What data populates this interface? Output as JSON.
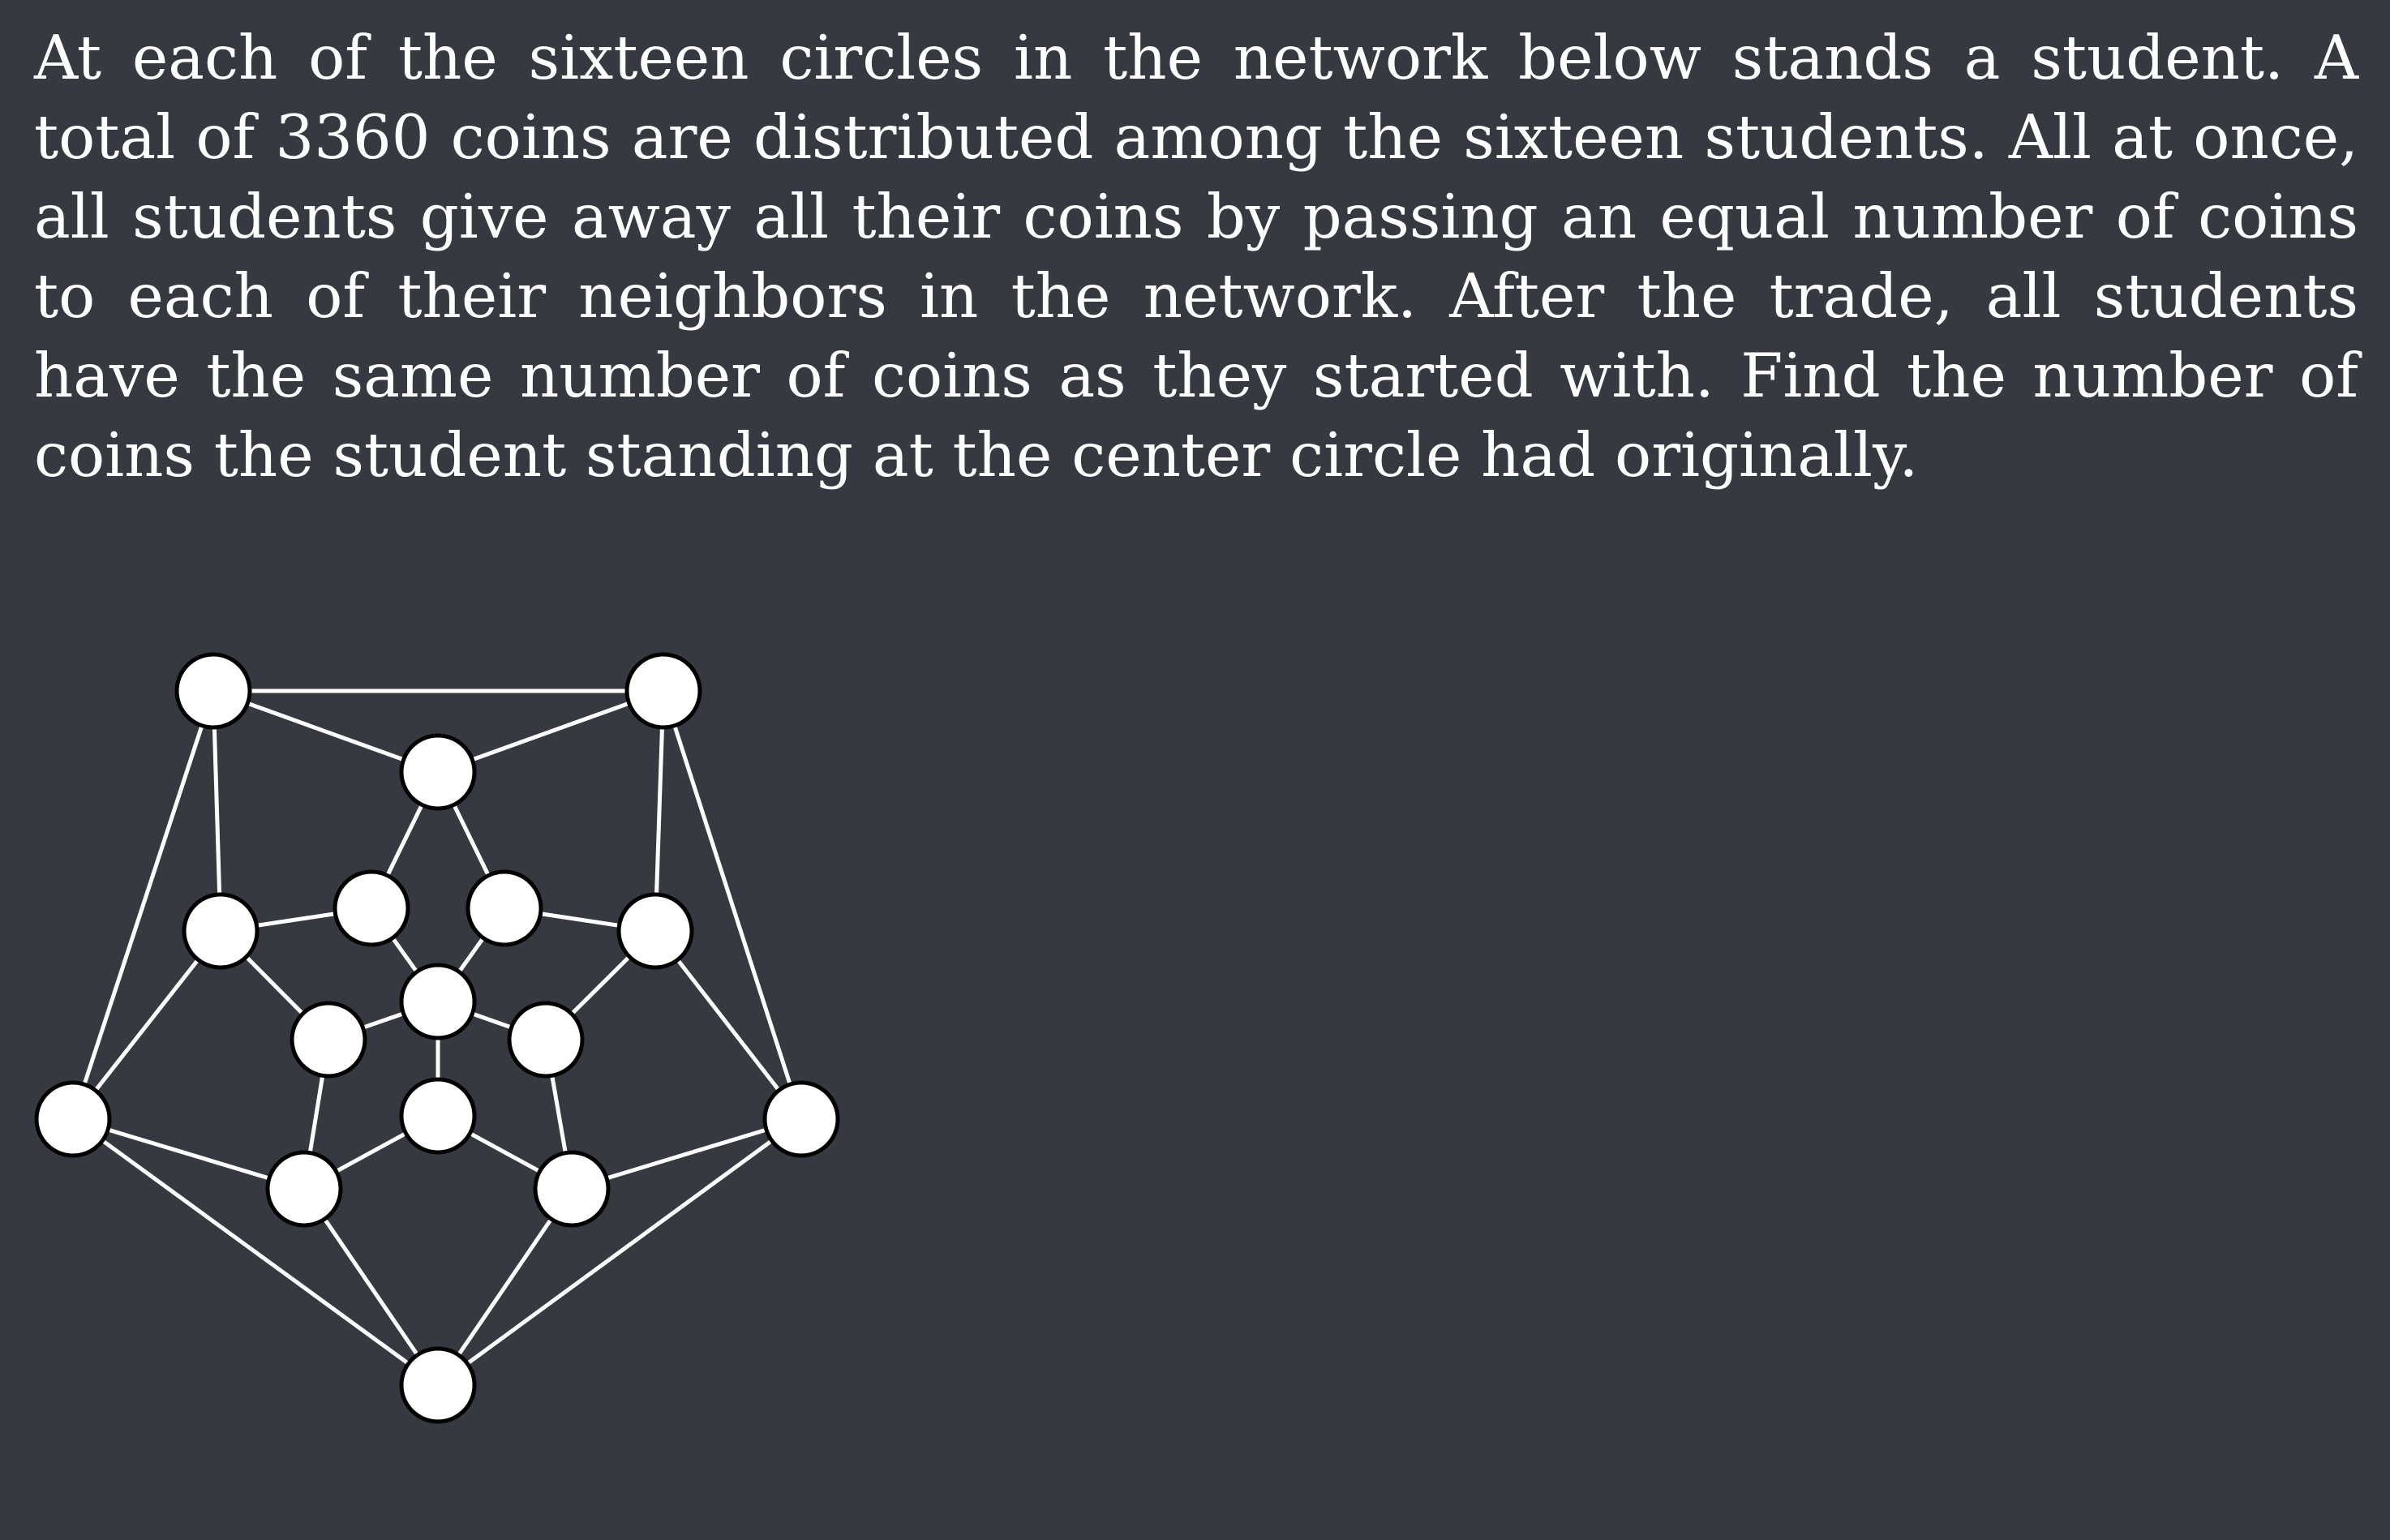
{
  "problem": {
    "text": "At each of the sixteen circles in the network below stands a student. A total of 3360 coins are distributed among the sixteen students. All at once, all students give away all their coins by passing an equal number of coins to each of their neighbors in the network. After the trade, all students have the same number of coins as they started with. Find the number of coins the student standing at the center circle had originally."
  },
  "colors": {
    "background": "#36393f",
    "text": "#ffffff",
    "node_fill": "#ffffff",
    "node_stroke": "#000000",
    "edge": "#ffffff"
  },
  "network": {
    "node_count": 16,
    "nodes": [
      {
        "id": "center"
      },
      {
        "id": "inner-top-left"
      },
      {
        "id": "inner-top-right"
      },
      {
        "id": "inner-left"
      },
      {
        "id": "inner-right"
      },
      {
        "id": "inner-bottom"
      },
      {
        "id": "mid-top"
      },
      {
        "id": "mid-left"
      },
      {
        "id": "mid-right"
      },
      {
        "id": "mid-bottom-left"
      },
      {
        "id": "mid-bottom-right"
      },
      {
        "id": "outer-top-left"
      },
      {
        "id": "outer-top-right"
      },
      {
        "id": "outer-left"
      },
      {
        "id": "outer-right"
      },
      {
        "id": "outer-bottom"
      }
    ],
    "edges": [
      [
        "outer-top-left",
        "outer-top-right"
      ],
      [
        "outer-top-left",
        "mid-top"
      ],
      [
        "outer-top-right",
        "mid-top"
      ],
      [
        "outer-top-left",
        "mid-left"
      ],
      [
        "outer-top-left",
        "outer-left"
      ],
      [
        "outer-top-right",
        "mid-right"
      ],
      [
        "outer-top-right",
        "outer-right"
      ],
      [
        "mid-top",
        "inner-top-left"
      ],
      [
        "mid-top",
        "inner-top-right"
      ],
      [
        "mid-left",
        "inner-top-left"
      ],
      [
        "mid-right",
        "inner-top-right"
      ],
      [
        "inner-top-left",
        "center"
      ],
      [
        "inner-top-right",
        "center"
      ],
      [
        "mid-left",
        "inner-left"
      ],
      [
        "mid-right",
        "inner-right"
      ],
      [
        "inner-left",
        "center"
      ],
      [
        "inner-right",
        "center"
      ],
      [
        "center",
        "inner-bottom"
      ],
      [
        "mid-left",
        "outer-left"
      ],
      [
        "mid-right",
        "outer-right"
      ],
      [
        "inner-left",
        "mid-bottom-left"
      ],
      [
        "inner-right",
        "mid-bottom-right"
      ],
      [
        "inner-bottom",
        "mid-bottom-left"
      ],
      [
        "inner-bottom",
        "mid-bottom-right"
      ],
      [
        "outer-left",
        "mid-bottom-left"
      ],
      [
        "outer-right",
        "mid-bottom-right"
      ],
      [
        "outer-left",
        "outer-bottom"
      ],
      [
        "outer-right",
        "outer-bottom"
      ],
      [
        "mid-bottom-left",
        "outer-bottom"
      ],
      [
        "mid-bottom-right",
        "outer-bottom"
      ]
    ]
  }
}
